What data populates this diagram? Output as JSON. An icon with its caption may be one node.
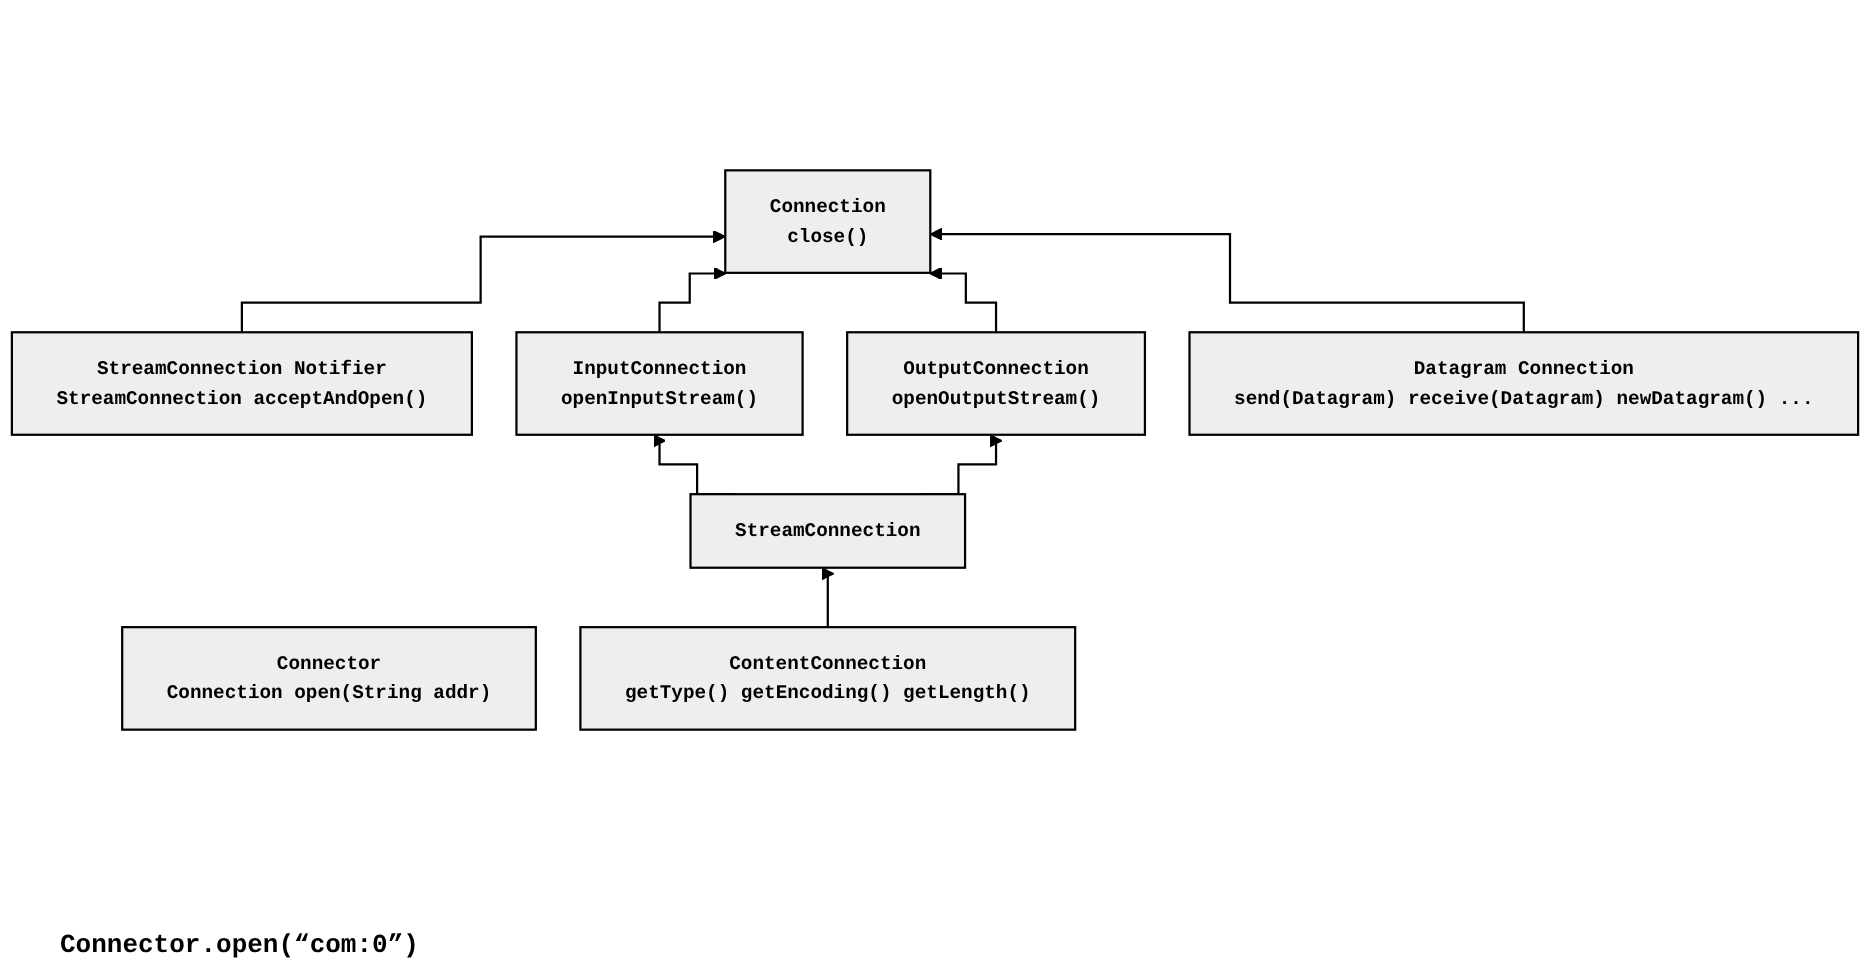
{
  "diagram": {
    "nodes": [
      {
        "text": [
          "Connection",
          "close()"
        ]
      },
      {
        "text": [
          "StreamConnection Notifier",
          "StreamConnection acceptAndOpen()"
        ]
      },
      {
        "text": [
          "InputConnection",
          "openInputStream()"
        ]
      },
      {
        "text": [
          "OutputConnection",
          "openOutputStream()"
        ]
      },
      {
        "text": [
          "Datagram Connection",
          "send(Datagram) receive(Datagram) newDatagram() ..."
        ]
      },
      {
        "text": [
          "StreamConnection"
        ]
      },
      {
        "text": [
          "Connector",
          "Connection open(String addr)"
        ]
      },
      {
        "text": [
          "ContentConnection",
          "getType() getEncoding() getLength()"
        ]
      }
    ],
    "edges": [
      {
        "from": 1,
        "to": 0,
        "arrow": "to"
      },
      {
        "from": 2,
        "to": 0,
        "arrow": "to"
      },
      {
        "from": 3,
        "to": 0,
        "arrow": "to"
      },
      {
        "from": 4,
        "to": 0,
        "arrow": "to"
      },
      {
        "from": 5,
        "to": 2,
        "arrow": "to"
      },
      {
        "from": 5,
        "to": 3,
        "arrow": "to"
      },
      {
        "from": 7,
        "to": 5,
        "arrow": "to"
      }
    ],
    "labels": [
      "Connector.open(“com:0”)"
    ]
  }
}
